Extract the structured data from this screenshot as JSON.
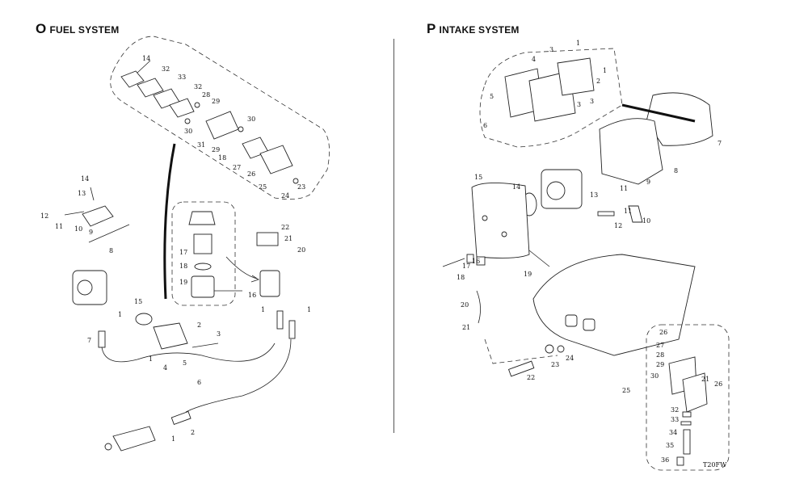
{
  "sections": {
    "fuel": {
      "letter": "O",
      "title": "FUEL SYSTEM"
    },
    "intake": {
      "letter": "P",
      "title": "INTAKE SYSTEM"
    }
  },
  "fuel_callouts": [
    "14",
    "32",
    "33",
    "32",
    "28",
    "29",
    "30",
    "31",
    "29",
    "18",
    "30",
    "27",
    "26",
    "25",
    "24",
    "23",
    "14",
    "13",
    "12",
    "11",
    "10",
    "9",
    "8",
    "22",
    "21",
    "20",
    "17",
    "18",
    "19",
    "16",
    "1",
    "1",
    "15",
    "1",
    "7",
    "1",
    "2",
    "3",
    "4",
    "5",
    "6",
    "1",
    "2"
  ],
  "intake_callouts": [
    "1",
    "1",
    "3",
    "2",
    "4",
    "3",
    "5",
    "6",
    "3",
    "7",
    "8",
    "9",
    "15",
    "14",
    "13",
    "11",
    "10",
    "11",
    "12",
    "16",
    "17",
    "18",
    "19",
    "20",
    "21",
    "22",
    "23",
    "24",
    "25",
    "26",
    "27",
    "28",
    "29",
    "30",
    "21",
    "26",
    "32",
    "33",
    "34",
    "35",
    "36"
  ],
  "drawing_mark": "T20FW"
}
